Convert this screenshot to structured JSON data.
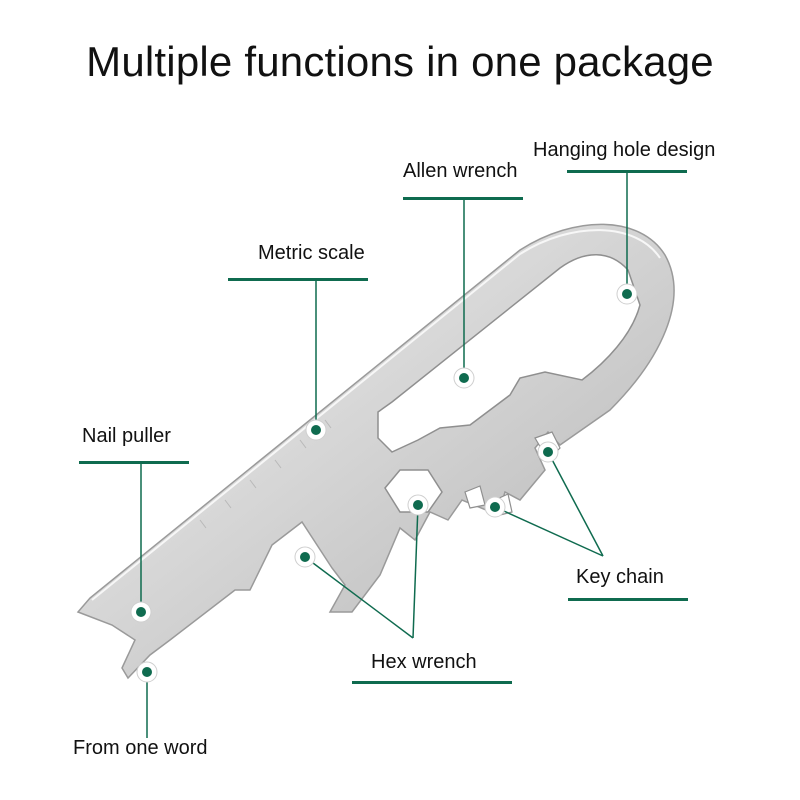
{
  "title": "Multiple functions in one package",
  "labels": {
    "hanging_hole": "Hanging hole design",
    "allen_wrench": "Allen wrench",
    "metric_scale": "Metric scale",
    "nail_puller": "Nail puller",
    "key_chain": "Key chain",
    "hex_wrench": "Hex wrench",
    "from_one_word": "From one word"
  },
  "colors": {
    "accent": "#0f6b4f",
    "tool_light": "#e6e6e6",
    "tool_dark": "#a8a8a8"
  }
}
